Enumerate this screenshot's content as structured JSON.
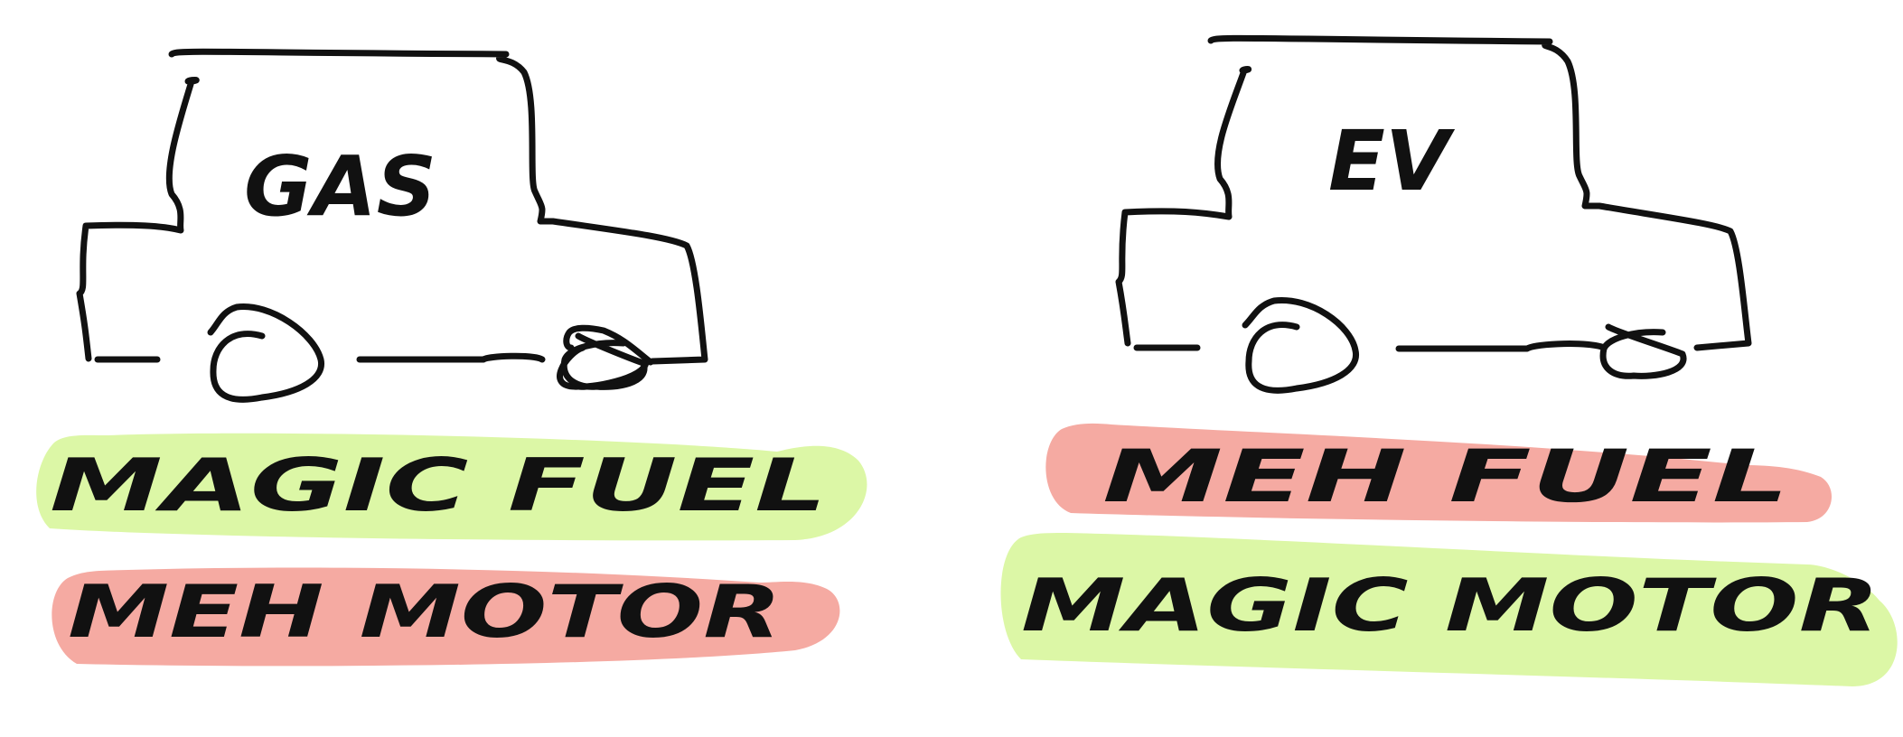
{
  "colors": {
    "ink": "#111111",
    "magic_highlight": "#dcf7a6",
    "meh_highlight": "#f5aaa2",
    "background": "#ffffff"
  },
  "cars": [
    {
      "label": "GAS",
      "fuel_text": "MAGIC FUEL",
      "fuel_tone": "magic",
      "motor_text": "MEH MOTOR",
      "motor_tone": "meh"
    },
    {
      "label": "EV",
      "fuel_text": "MEH FUEL",
      "fuel_tone": "meh",
      "motor_text": "MAGIC MOTOR",
      "motor_tone": "magic"
    }
  ]
}
